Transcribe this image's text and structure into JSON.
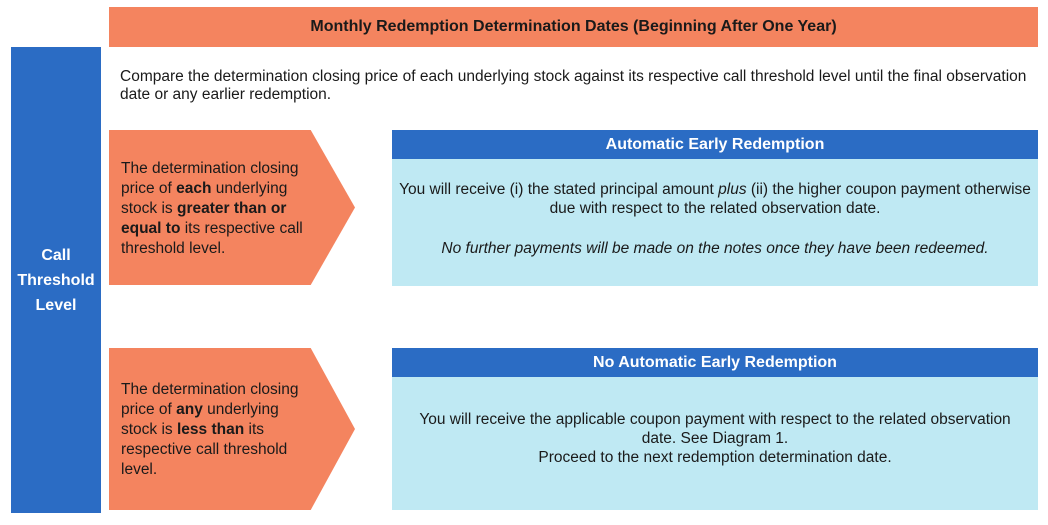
{
  "header": {
    "title": "Monthly Redemption Determination Dates (Beginning After One Year)"
  },
  "side_label": {
    "lines": [
      "Call",
      "Threshold",
      "Level"
    ]
  },
  "intro": {
    "text": "Compare the determination closing price of each underlying stock against its respective call threshold level until the final observation date or any earlier redemption."
  },
  "condition_1": {
    "part1": "The determination closing price of ",
    "bold1": "each",
    "part2": " underlying stock is ",
    "bold2": "greater than or equal to",
    "part3": " its respective call threshold level."
  },
  "condition_2": {
    "part1": "The determination closing price of ",
    "bold1": "any",
    "part2": " underlying stock is ",
    "bold2": "less than",
    "part3": " its respective call threshold level."
  },
  "outcome_1": {
    "title": "Automatic Early Redemption",
    "line1_a": "You will receive (i) the stated principal amount ",
    "line1_em": "plus",
    "line1_b": " (ii) the higher coupon payment otherwise due with respect to the related observation date.",
    "note": "No further payments will be made on the notes once they have been redeemed."
  },
  "outcome_2": {
    "title": "No Automatic Early Redemption",
    "line1": "You will receive the applicable coupon payment with respect to the related observation date. See Diagram 1.",
    "line2": "Proceed to the next redemption determination date."
  },
  "colors": {
    "orange": "#f4845f",
    "blue": "#2b6cc4",
    "light_blue": "#bfe9f3"
  }
}
